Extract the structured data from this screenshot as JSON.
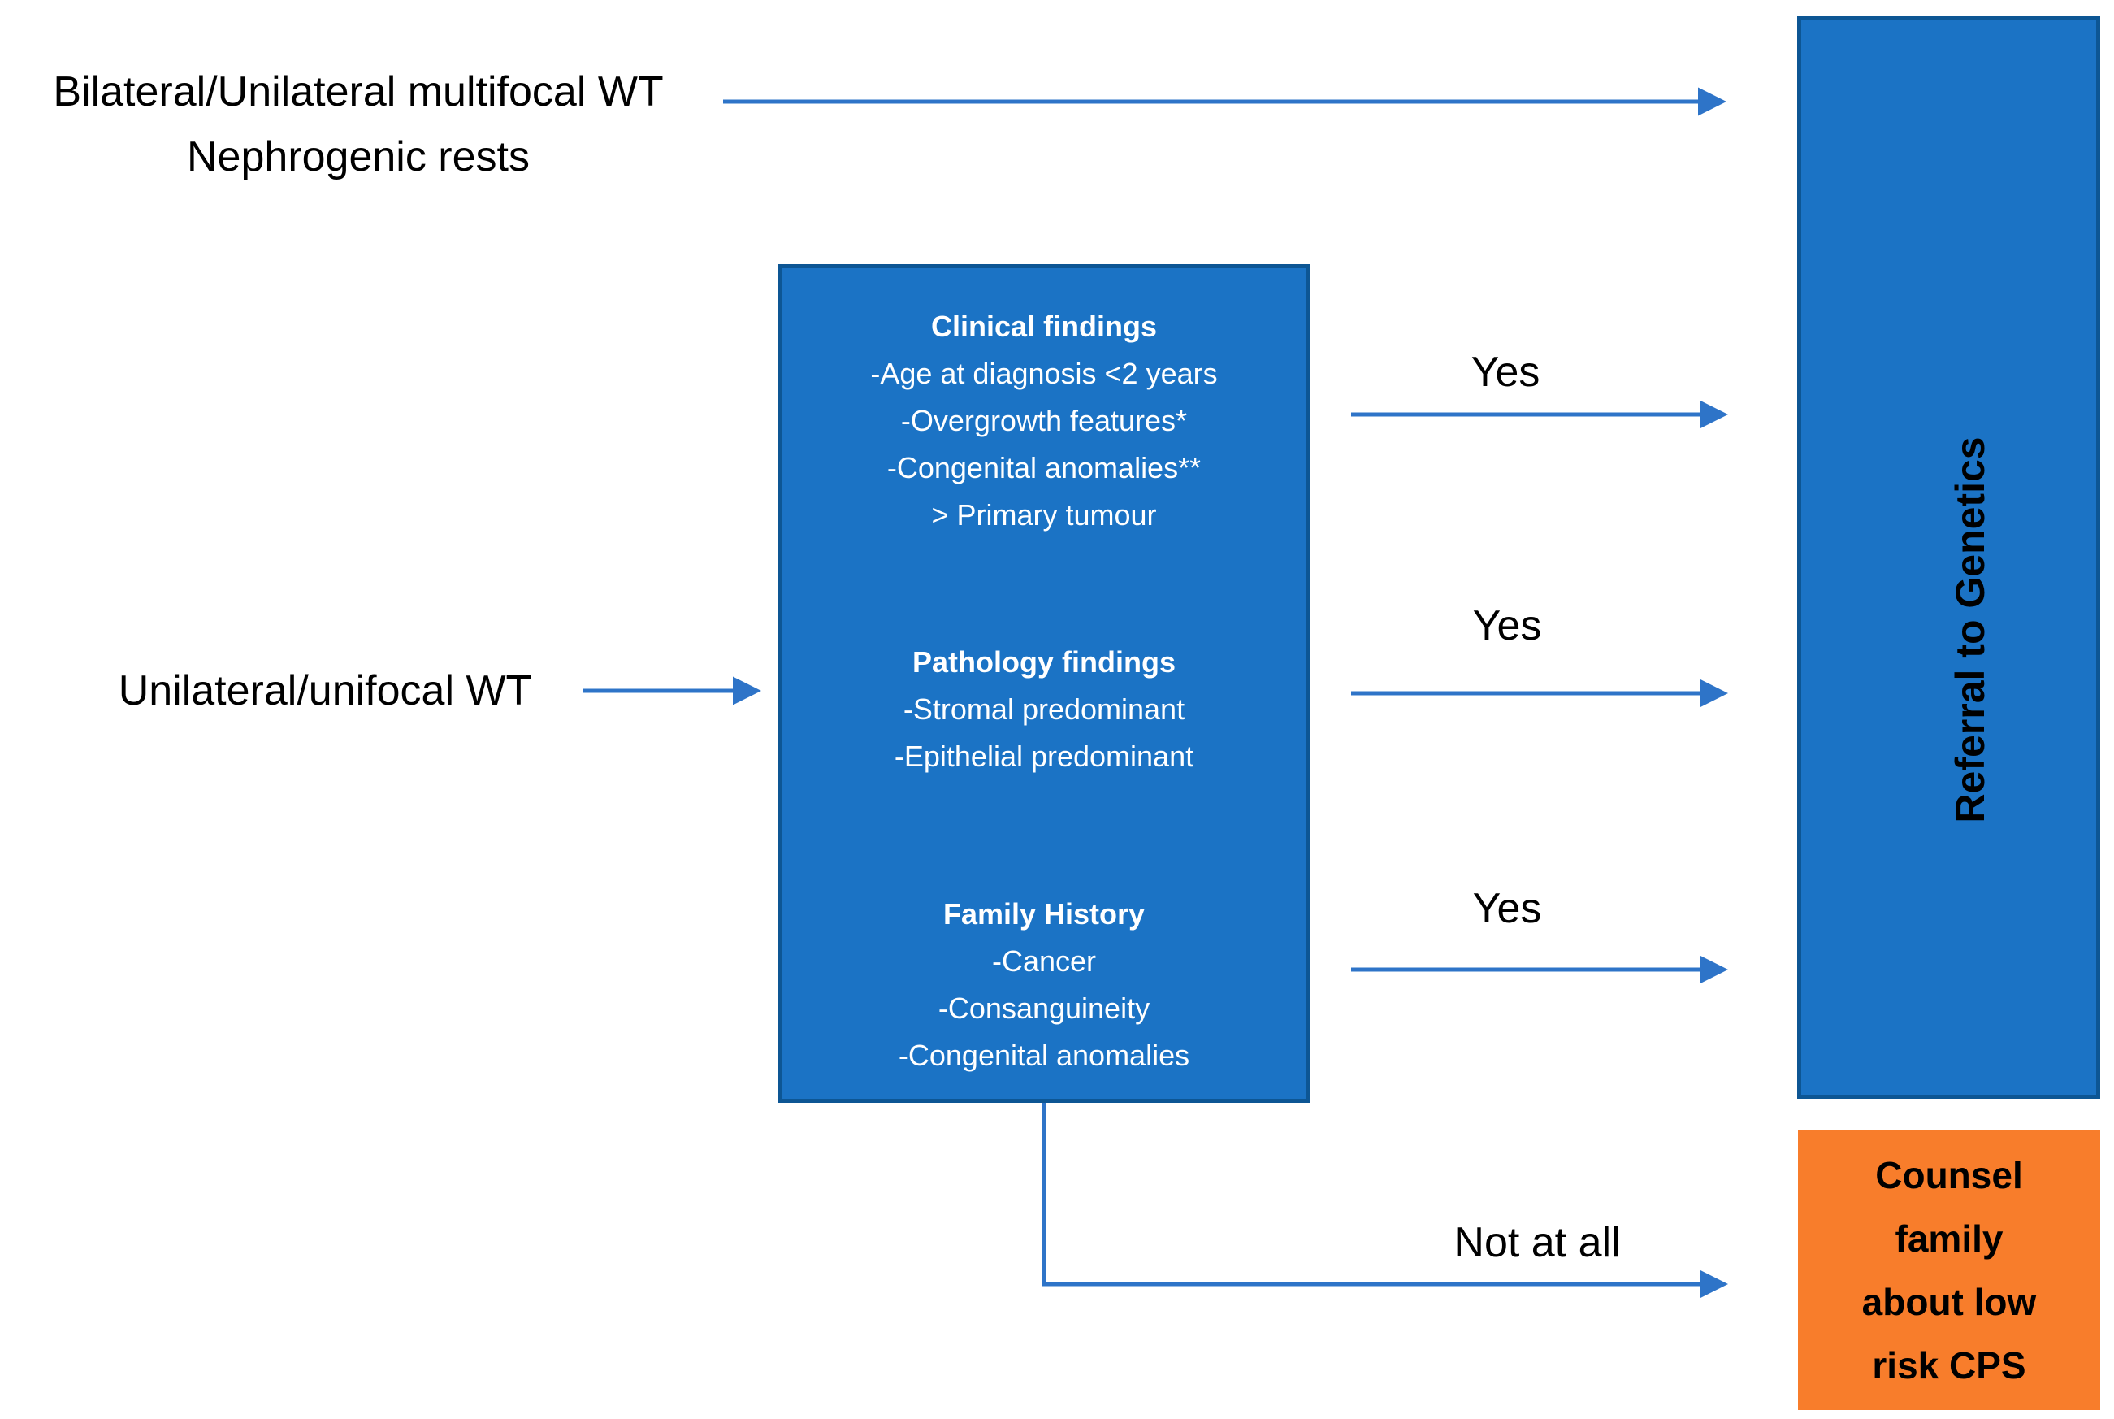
{
  "nodes": {
    "bilateral": {
      "line1": "Bilateral/Unilateral multifocal WT",
      "line2": "Nephrogenic rests"
    },
    "unilateral": {
      "label": "Unilateral/unifocal WT"
    },
    "criteria_box": {
      "sections": [
        {
          "title": "Clinical findings",
          "items": [
            "-Age at diagnosis <2 years",
            "-Overgrowth features*",
            "-Congenital anomalies**",
            "> Primary tumour"
          ]
        },
        {
          "title": "Pathology findings",
          "items": [
            "-Stromal predominant",
            "-Epithelial predominant"
          ]
        },
        {
          "title": "Family History",
          "items": [
            "-Cancer",
            "-Consanguineity",
            "-Congenital anomalies"
          ]
        }
      ]
    },
    "referral_box": {
      "label": "Referral to Genetics"
    },
    "counsel_box": {
      "lines": [
        "Counsel",
        "family",
        "about low",
        "risk CPS"
      ]
    }
  },
  "edges": {
    "yes1_label": "Yes",
    "yes2_label": "Yes",
    "yes3_label": "Yes",
    "not_at_all_label": "Not at all"
  },
  "colors": {
    "box_blue": "#1b73c5",
    "box_blue_border": "#0d5694",
    "orange": "#f87d2b",
    "arrow_blue": "#2e74c8",
    "text_white": "#ffffff",
    "text_black": "#000000"
  }
}
